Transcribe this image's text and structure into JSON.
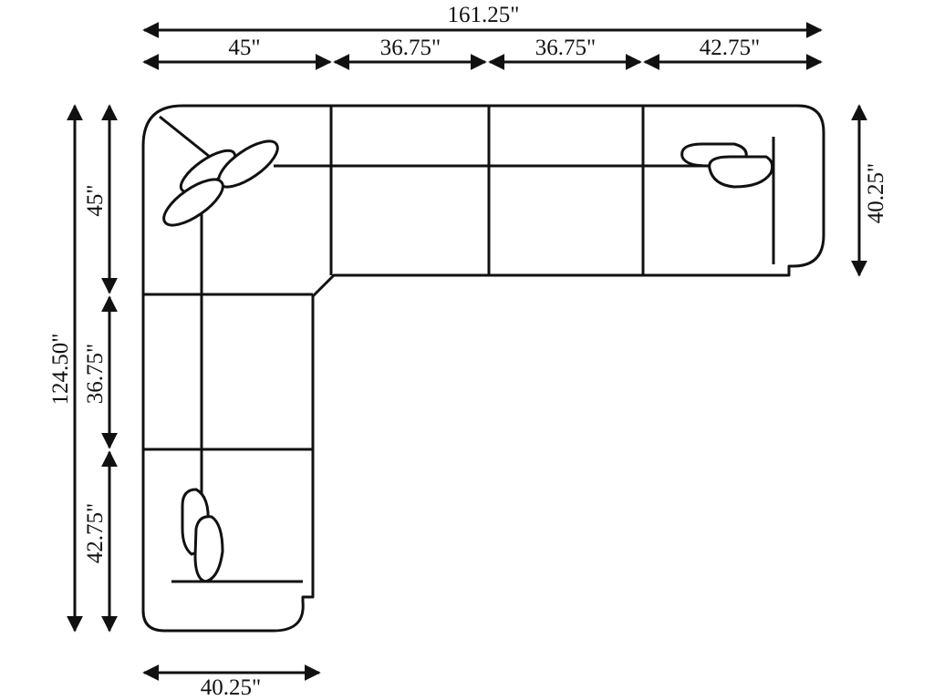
{
  "diagram": {
    "title": "L-shaped sectional sofa dimensions",
    "top": {
      "overall_width": "161.25\"",
      "sections": [
        "45\"",
        "36.75\"",
        "36.75\"",
        "42.75\""
      ]
    },
    "right": {
      "depth": "40.25\""
    },
    "left": {
      "overall_length": "124.50\"",
      "sections": [
        "45\"",
        "36.75\"",
        "42.75\""
      ]
    },
    "bottom": {
      "depth": "40.25\""
    }
  }
}
